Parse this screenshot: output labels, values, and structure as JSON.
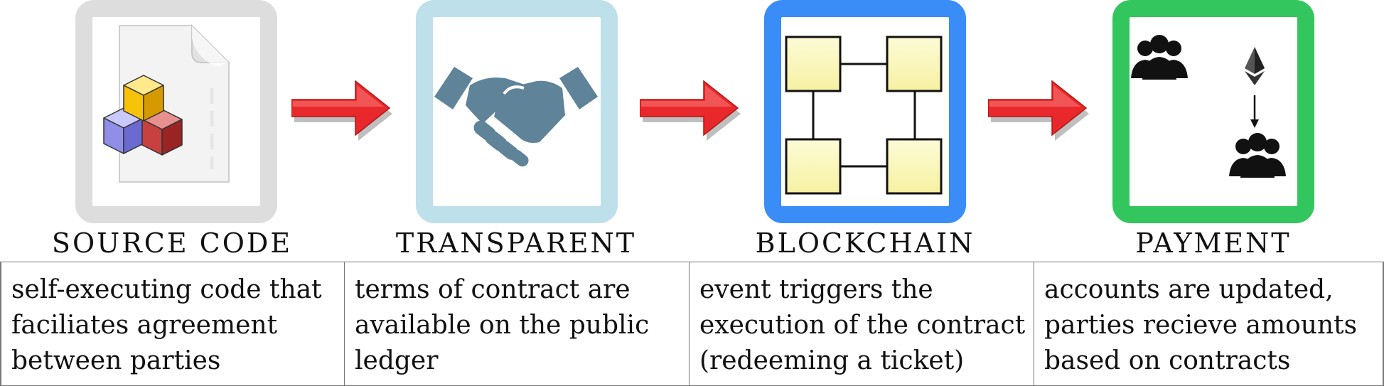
{
  "steps": [
    {
      "title": "SOURCE CODE",
      "icon": "source-code-file-icon",
      "frame_color": "#dddddd",
      "description": [
        "self-executing code that",
        "faciliates agreement",
        "between parties"
      ]
    },
    {
      "title": "TRANSPARENT",
      "icon": "handshake-icon",
      "frame_color": "#bde0ea",
      "description": [
        "terms of contract are",
        "available on the public",
        "ledger"
      ]
    },
    {
      "title": "BLOCKCHAIN",
      "icon": "blockchain-network-icon",
      "frame_color": "#3a8cf7",
      "description": [
        "event triggers the",
        "execution of the contract",
        "(redeeming a ticket)"
      ]
    },
    {
      "title": "PAYMENT",
      "icon": "payment-transfer-icon",
      "frame_color": "#33c65e",
      "description": [
        "accounts are updated,",
        "parties recieve amounts",
        "based on contracts"
      ]
    }
  ],
  "arrow": {
    "icon": "right-arrow-icon",
    "color": "#e8282a"
  }
}
